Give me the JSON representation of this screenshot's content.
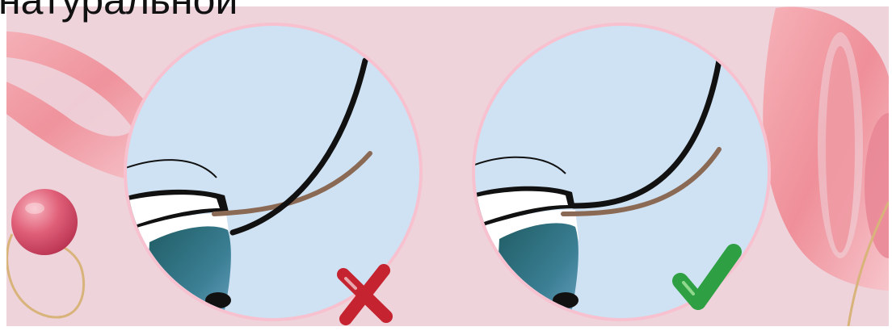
{
  "caption": {
    "text": "натуральной"
  },
  "panels": [
    {
      "name": "incorrect",
      "mark": "cross-icon",
      "mark_color": "#c4232f"
    },
    {
      "name": "correct",
      "mark": "check-icon",
      "mark_color": "#2ea043"
    }
  ],
  "colors": {
    "background": "#eed3db",
    "lens_fill": "#cfe2f3",
    "lens_border": "#f7c1cf",
    "ribbon": "#f19aa3",
    "natural_lash": "#8b6a55",
    "extension_lash": "#111111",
    "iris": "#2e6d7a"
  }
}
